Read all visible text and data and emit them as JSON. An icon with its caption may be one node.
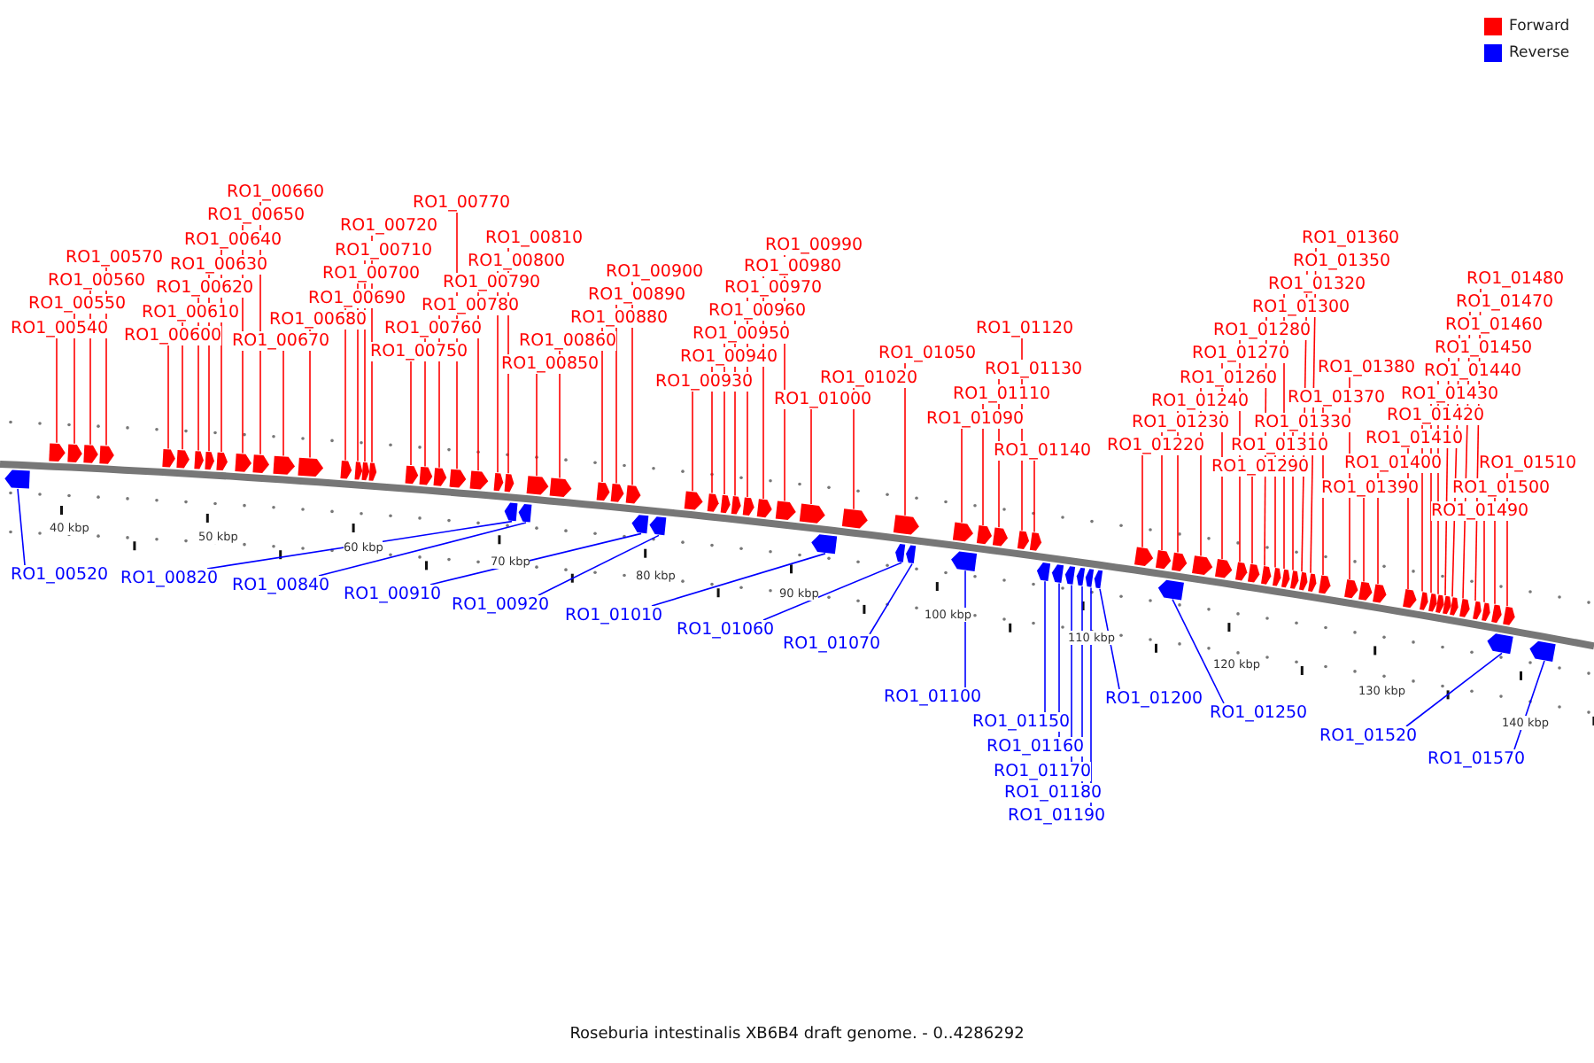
{
  "diagram": {
    "caption": "Roseburia intestinalis XB6B4 draft genome. - 0..4286292",
    "nodes": [
      {
        "text": [
          "RO1_00520"
        ]
      },
      {
        "text": [
          "RO1_00540"
        ]
      },
      {
        "text": [
          "RO1_00550"
        ]
      },
      {
        "text": [
          "RO1_00560"
        ]
      },
      {
        "text": [
          "RO1_00570"
        ]
      },
      {
        "text": [
          "RO1_00600"
        ]
      },
      {
        "text": [
          "RO1_00610"
        ]
      },
      {
        "text": [
          "RO1_00620"
        ]
      },
      {
        "text": [
          "RO1_00630"
        ]
      },
      {
        "text": [
          "RO1_00640"
        ]
      },
      {
        "text": [
          "RO1_00650"
        ]
      },
      {
        "text": [
          "RO1_00660"
        ]
      },
      {
        "text": [
          "RO1_00670"
        ]
      },
      {
        "text": [
          "RO1_00680"
        ]
      },
      {
        "text": [
          "RO1_00690"
        ]
      },
      {
        "text": [
          "RO1_00700"
        ]
      },
      {
        "text": [
          "RO1_00710"
        ]
      },
      {
        "text": [
          "RO1_00720"
        ]
      },
      {
        "text": [
          "RO1_00750"
        ]
      },
      {
        "text": [
          "RO1_00760"
        ]
      },
      {
        "text": [
          "RO1_00770"
        ]
      },
      {
        "text": [
          "RO1_00780"
        ]
      },
      {
        "text": [
          "RO1_00790"
        ]
      },
      {
        "text": [
          "RO1_00800"
        ]
      },
      {
        "text": [
          "RO1_00810"
        ]
      },
      {
        "text": [
          "RO1_00820"
        ]
      },
      {
        "text": [
          "RO1_00840"
        ]
      },
      {
        "text": [
          "RO1_00850"
        ]
      },
      {
        "text": [
          "RO1_00860"
        ]
      },
      {
        "text": [
          "RO1_00880"
        ]
      },
      {
        "text": [
          "RO1_00890"
        ]
      },
      {
        "text": [
          "RO1_00900"
        ]
      },
      {
        "text": [
          "RO1_00910"
        ]
      },
      {
        "text": [
          "RO1_00920"
        ]
      },
      {
        "text": [
          "RO1_00930"
        ]
      },
      {
        "text": [
          "RO1_00940"
        ]
      },
      {
        "text": [
          "RO1_00950"
        ]
      },
      {
        "text": [
          "RO1_00960"
        ]
      },
      {
        "text": [
          "RO1_00970"
        ]
      },
      {
        "text": [
          "RO1_00980"
        ]
      },
      {
        "text": [
          "RO1_00990"
        ]
      },
      {
        "text": [
          "RO1_01000"
        ]
      },
      {
        "text": [
          "RO1_01010"
        ]
      },
      {
        "text": [
          "RO1_01020"
        ]
      },
      {
        "text": [
          "RO1_01050"
        ]
      },
      {
        "text": [
          "RO1_01060"
        ]
      },
      {
        "text": [
          "RO1_01070"
        ]
      },
      {
        "text": [
          "RO1_01090"
        ]
      },
      {
        "text": [
          "RO1_01100"
        ]
      },
      {
        "text": [
          "RO1_01110"
        ]
      },
      {
        "text": [
          "RO1_01120"
        ]
      },
      {
        "text": [
          "RO1_01130"
        ]
      },
      {
        "text": [
          "RO1_01140"
        ]
      },
      {
        "text": [
          "RO1_01150"
        ]
      },
      {
        "text": [
          "RO1_01160"
        ]
      },
      {
        "text": [
          "RO1_01170"
        ]
      },
      {
        "text": [
          "RO1_01180"
        ]
      },
      {
        "text": [
          "RO1_01190"
        ]
      },
      {
        "text": [
          "RO1_01200"
        ]
      },
      {
        "text": [
          "RO1_01220"
        ]
      },
      {
        "text": [
          "RO1_01230"
        ]
      },
      {
        "text": [
          "RO1_01240"
        ]
      },
      {
        "text": [
          "RO1_01250"
        ]
      },
      {
        "text": [
          "RO1_01260"
        ]
      },
      {
        "text": [
          "RO1_01270"
        ]
      },
      {
        "text": [
          "RO1_01280"
        ]
      },
      {
        "text": [
          "RO1_01290"
        ]
      },
      {
        "text": [
          "RO1_01300"
        ]
      },
      {
        "text": [
          "RO1_01310"
        ]
      },
      {
        "text": [
          "RO1_01320"
        ]
      },
      {
        "text": [
          "RO1_01330"
        ]
      },
      {
        "text": [
          "RO1_01350"
        ]
      },
      {
        "text": [
          "RO1_01360"
        ]
      },
      {
        "text": [
          "RO1_01370"
        ]
      },
      {
        "text": [
          "RO1_01380"
        ]
      },
      {
        "text": [
          "RO1_01390"
        ]
      },
      {
        "text": [
          "RO1_01400"
        ]
      },
      {
        "text": [
          "RO1_01410"
        ]
      },
      {
        "text": [
          "RO1_01420"
        ]
      },
      {
        "text": [
          "RO1_01430"
        ]
      },
      {
        "text": [
          "RO1_01440"
        ]
      },
      {
        "text": [
          "RO1_01450"
        ]
      },
      {
        "text": [
          "RO1_01460"
        ]
      },
      {
        "text": [
          "RO1_01470"
        ]
      },
      {
        "text": [
          "RO1_01480"
        ]
      },
      {
        "text": [
          "RO1_01490"
        ]
      },
      {
        "text": [
          "RO1_01500"
        ]
      },
      {
        "text": [
          "RO1_01510"
        ]
      },
      {
        "text": [
          "RO1_01520"
        ]
      },
      {
        "text": [
          "RO1_01570"
        ]
      },
      {
        "text": [],
        "shape": "arrow"
      },
      {
        "text": [],
        "shape": "arrow"
      },
      {
        "text": [],
        "shape": "arrow"
      },
      {
        "text": [],
        "shape": "arrow"
      },
      {
        "text": [],
        "shape": "arrow"
      },
      {
        "text": [],
        "shape": "arrow"
      },
      {
        "text": [],
        "shape": "arrow"
      },
      {
        "text": [],
        "shape": "arrow"
      },
      {
        "text": [],
        "shape": "arrow"
      },
      {
        "text": [],
        "shape": "arrow"
      },
      {
        "text": [],
        "shape": "arrow"
      },
      {
        "text": [],
        "shape": "arrow"
      },
      {
        "text": [],
        "shape": "arrow"
      },
      {
        "text": [],
        "shape": "arrow"
      },
      {
        "text": [],
        "shape": "arrow"
      },
      {
        "text": [],
        "shape": "arrow"
      },
      {
        "text": [],
        "shape": "arrow"
      },
      {
        "text": [],
        "shape": "arrow"
      },
      {
        "text": [],
        "shape": "arrow"
      },
      {
        "text": [],
        "shape": "arrow"
      },
      {
        "text": [],
        "shape": "arrow"
      },
      {
        "text": [],
        "shape": "arrow"
      },
      {
        "text": [],
        "shape": "arrow"
      },
      {
        "text": [],
        "shape": "arrow"
      },
      {
        "text": [],
        "shape": "arrow"
      },
      {
        "text": [],
        "shape": "arrow"
      },
      {
        "text": [],
        "shape": "arrow"
      },
      {
        "text": [],
        "shape": "arrow"
      },
      {
        "text": [],
        "shape": "arrow"
      },
      {
        "text": [],
        "shape": "arrow"
      },
      {
        "text": [],
        "shape": "arrow"
      },
      {
        "text": [],
        "shape": "arrow"
      },
      {
        "text": [],
        "shape": "arrow"
      },
      {
        "text": [],
        "shape": "arrow"
      },
      {
        "text": [],
        "shape": "arrow"
      },
      {
        "text": [],
        "shape": "arrow"
      },
      {
        "text": [],
        "shape": "arrow"
      },
      {
        "text": [],
        "shape": "arrow"
      },
      {
        "text": [],
        "shape": "arrow"
      },
      {
        "text": [],
        "shape": "arrow"
      },
      {
        "text": [],
        "shape": "arrow"
      },
      {
        "text": [],
        "shape": "arrow"
      },
      {
        "text": [],
        "shape": "arrow"
      },
      {
        "text": [],
        "shape": "arrow"
      },
      {
        "text": [],
        "shape": "arrow"
      },
      {
        "text": [],
        "shape": "arrow"
      },
      {
        "text": [],
        "shape": "arrow"
      },
      {
        "text": [],
        "shape": "arrow"
      },
      {
        "text": [],
        "shape": "arrow"
      },
      {
        "text": [],
        "shape": "arrow"
      },
      {
        "text": [],
        "shape": "arrow"
      },
      {
        "text": [],
        "shape": "arrow"
      },
      {
        "text": [],
        "shape": "arrow"
      },
      {
        "text": [],
        "shape": "arrow"
      },
      {
        "text": [],
        "shape": "arrow"
      },
      {
        "text": [],
        "shape": "arrow"
      },
      {
        "text": [],
        "shape": "arrow"
      },
      {
        "text": [],
        "shape": "arrow"
      },
      {
        "text": [],
        "shape": "arrow"
      },
      {
        "text": [],
        "shape": "arrow"
      },
      {
        "text": [],
        "shape": "arrow"
      },
      {
        "text": [],
        "shape": "arrow"
      },
      {
        "text": [],
        "shape": "arrow"
      },
      {
        "text": [],
        "shape": "arrow"
      },
      {
        "text": [],
        "shape": "arrow"
      },
      {
        "text": [],
        "shape": "arrow"
      },
      {
        "text": [],
        "shape": "arrow"
      },
      {
        "text": [],
        "shape": "arrow"
      },
      {
        "text": [],
        "shape": "arrow"
      },
      {
        "text": [],
        "shape": "arrow"
      },
      {
        "text": [],
        "shape": "arrow"
      },
      {
        "text": [],
        "shape": "arrow"
      },
      {
        "text": [],
        "shape": "arrow"
      },
      {
        "text": [],
        "shape": "arrow"
      },
      {
        "text": [],
        "shape": "arrow"
      },
      {
        "text": [],
        "shape": "arrow"
      },
      {
        "text": [],
        "shape": "arrow"
      },
      {
        "text": [],
        "shape": "arrow"
      },
      {
        "text": [],
        "shape": "arrow"
      },
      {
        "text": [],
        "shape": "arrow"
      },
      {
        "text": [],
        "shape": "arrow"
      },
      {
        "text": [],
        "shape": "arrow"
      },
      {
        "text": [],
        "shape": "arrow"
      },
      {
        "text": [],
        "shape": "arrow"
      },
      {
        "text": [],
        "shape": "arrow"
      },
      {
        "text": [],
        "shape": "arrow"
      },
      {
        "text": [],
        "shape": "arrow"
      },
      {
        "text": [],
        "shape": "arrow"
      },
      {
        "text": [],
        "shape": "arrow"
      },
      {
        "text": [],
        "shape": "arrow"
      }
    ],
    "edges": [
      {
        "from": 0,
        "to": 90,
        "arrow": "none",
        "color": "#0000ff"
      },
      {
        "from": 1,
        "to": 91,
        "arrow": "none"
      },
      {
        "from": 2,
        "to": 92,
        "arrow": "none"
      },
      {
        "from": 3,
        "to": 93,
        "arrow": "none"
      },
      {
        "from": 4,
        "to": 94,
        "arrow": "none"
      },
      {
        "from": 5,
        "to": 95,
        "arrow": "none"
      },
      {
        "from": 6,
        "to": 96,
        "arrow": "none"
      },
      {
        "from": 7,
        "to": 97,
        "arrow": "none"
      },
      {
        "from": 8,
        "to": 98,
        "arrow": "none"
      },
      {
        "from": 9,
        "to": 99,
        "arrow": "none"
      },
      {
        "from": 10,
        "to": 100,
        "arrow": "none"
      },
      {
        "from": 11,
        "to": 101,
        "arrow": "none"
      },
      {
        "from": 12,
        "to": 102,
        "arrow": "none"
      },
      {
        "from": 13,
        "to": 103,
        "arrow": "none"
      },
      {
        "from": 14,
        "to": 104,
        "arrow": "none"
      },
      {
        "from": 15,
        "to": 105,
        "arrow": "none"
      },
      {
        "from": 16,
        "to": 106,
        "arrow": "none"
      },
      {
        "from": 17,
        "to": 107,
        "arrow": "none"
      },
      {
        "from": 18,
        "to": 108,
        "arrow": "none"
      },
      {
        "from": 19,
        "to": 109,
        "arrow": "none"
      },
      {
        "from": 20,
        "to": 110,
        "arrow": "none"
      },
      {
        "from": 21,
        "to": 111,
        "arrow": "none"
      },
      {
        "from": 22,
        "to": 112,
        "arrow": "none"
      },
      {
        "from": 23,
        "to": 113,
        "arrow": "none"
      },
      {
        "from": 24,
        "to": 114,
        "arrow": "none"
      },
      {
        "from": 25,
        "to": 115,
        "arrow": "none",
        "color": "#0000ff"
      },
      {
        "from": 26,
        "to": 116,
        "arrow": "none",
        "color": "#0000ff"
      },
      {
        "from": 27,
        "to": 117,
        "arrow": "none"
      },
      {
        "from": 28,
        "to": 118,
        "arrow": "none"
      },
      {
        "from": 29,
        "to": 119,
        "arrow": "none"
      },
      {
        "from": 30,
        "to": 120,
        "arrow": "none"
      },
      {
        "from": 31,
        "to": 121,
        "arrow": "none"
      },
      {
        "from": 32,
        "to": 122,
        "arrow": "none",
        "color": "#0000ff"
      },
      {
        "from": 33,
        "to": 123,
        "arrow": "none",
        "color": "#0000ff"
      },
      {
        "from": 34,
        "to": 124,
        "arrow": "none"
      },
      {
        "from": 35,
        "to": 125,
        "arrow": "none"
      },
      {
        "from": 36,
        "to": 126,
        "arrow": "none"
      },
      {
        "from": 37,
        "to": 127,
        "arrow": "none"
      },
      {
        "from": 38,
        "to": 128,
        "arrow": "none"
      },
      {
        "from": 39,
        "to": 129,
        "arrow": "none"
      },
      {
        "from": 40,
        "to": 130,
        "arrow": "none"
      },
      {
        "from": 41,
        "to": 131,
        "arrow": "none"
      },
      {
        "from": 42,
        "to": 132,
        "arrow": "none",
        "color": "#0000ff"
      },
      {
        "from": 43,
        "to": 133,
        "arrow": "none"
      },
      {
        "from": 44,
        "to": 134,
        "arrow": "none"
      },
      {
        "from": 45,
        "to": 135,
        "arrow": "none",
        "color": "#0000ff"
      },
      {
        "from": 46,
        "to": 136,
        "arrow": "none",
        "color": "#0000ff"
      },
      {
        "from": 47,
        "to": 137,
        "arrow": "none"
      },
      {
        "from": 48,
        "to": 138,
        "arrow": "none",
        "color": "#0000ff"
      },
      {
        "from": 49,
        "to": 139,
        "arrow": "none"
      },
      {
        "from": 50,
        "to": 140,
        "arrow": "none"
      },
      {
        "from": 51,
        "to": 141,
        "arrow": "none"
      },
      {
        "from": 52,
        "to": 142,
        "arrow": "none"
      },
      {
        "from": 53,
        "to": 143,
        "arrow": "none",
        "color": "#0000ff"
      },
      {
        "from": 54,
        "to": 144,
        "arrow": "none",
        "color": "#0000ff"
      },
      {
        "from": 55,
        "to": 145,
        "arrow": "none",
        "color": "#0000ff"
      },
      {
        "from": 56,
        "to": 146,
        "arrow": "none",
        "color": "#0000ff"
      },
      {
        "from": 57,
        "to": 147,
        "arrow": "none",
        "color": "#0000ff"
      },
      {
        "from": 58,
        "to": 148,
        "arrow": "none",
        "color": "#0000ff"
      },
      {
        "from": 59,
        "to": 149,
        "arrow": "none"
      },
      {
        "from": 60,
        "to": 150,
        "arrow": "none"
      },
      {
        "from": 61,
        "to": 151,
        "arrow": "none"
      },
      {
        "from": 62,
        "to": 152,
        "arrow": "none",
        "color": "#0000ff"
      },
      {
        "from": 63,
        "to": 153,
        "arrow": "none"
      },
      {
        "from": 64,
        "to": 154,
        "arrow": "none"
      },
      {
        "from": 65,
        "to": 155,
        "arrow": "none"
      },
      {
        "from": 66,
        "to": 156,
        "arrow": "none"
      },
      {
        "from": 67,
        "to": 157,
        "arrow": "none"
      },
      {
        "from": 68,
        "to": 158,
        "arrow": "none"
      },
      {
        "from": 69,
        "to": 159,
        "arrow": "none"
      },
      {
        "from": 70,
        "to": 160,
        "arrow": "none"
      },
      {
        "from": 71,
        "to": 161,
        "arrow": "none"
      },
      {
        "from": 72,
        "to": 162,
        "arrow": "none"
      },
      {
        "from": 73,
        "to": 163,
        "arrow": "none"
      },
      {
        "from": 74,
        "to": 164,
        "arrow": "none"
      },
      {
        "from": 75,
        "to": 165,
        "arrow": "none"
      },
      {
        "from": 76,
        "to": 166,
        "arrow": "none"
      },
      {
        "from": 77,
        "to": 167,
        "arrow": "none"
      },
      {
        "from": 78,
        "to": 168,
        "arrow": "none"
      },
      {
        "from": 79,
        "to": 169,
        "arrow": "none"
      },
      {
        "from": 80,
        "to": 170,
        "arrow": "none"
      },
      {
        "from": 81,
        "to": 171,
        "arrow": "none"
      },
      {
        "from": 82,
        "to": 172,
        "arrow": "none"
      },
      {
        "from": 83,
        "to": 173,
        "arrow": "none"
      },
      {
        "from": 84,
        "to": 174,
        "arrow": "none"
      },
      {
        "from": 85,
        "to": 175,
        "arrow": "none"
      },
      {
        "from": 86,
        "to": 176,
        "arrow": "none"
      },
      {
        "from": 87,
        "to": 177,
        "arrow": "none"
      },
      {
        "from": 88,
        "to": 178,
        "arrow": "none",
        "color": "#0000ff"
      },
      {
        "from": 89,
        "to": 179,
        "arrow": "none",
        "color": "#0000ff"
      }
    ],
    "labels": [
      "40 kbp",
      "50 kbp",
      "60 kbp",
      "70 kbp",
      "80 kbp",
      "90 kbp",
      "100 kbp",
      "110 kbp",
      "120 kbp",
      "130 kbp",
      "140 kbp"
    ],
    "legend": [
      {
        "text": "Forward",
        "color": "#ff0000"
      },
      {
        "text": "Reverse",
        "color": "#0000ff"
      }
    ]
  }
}
